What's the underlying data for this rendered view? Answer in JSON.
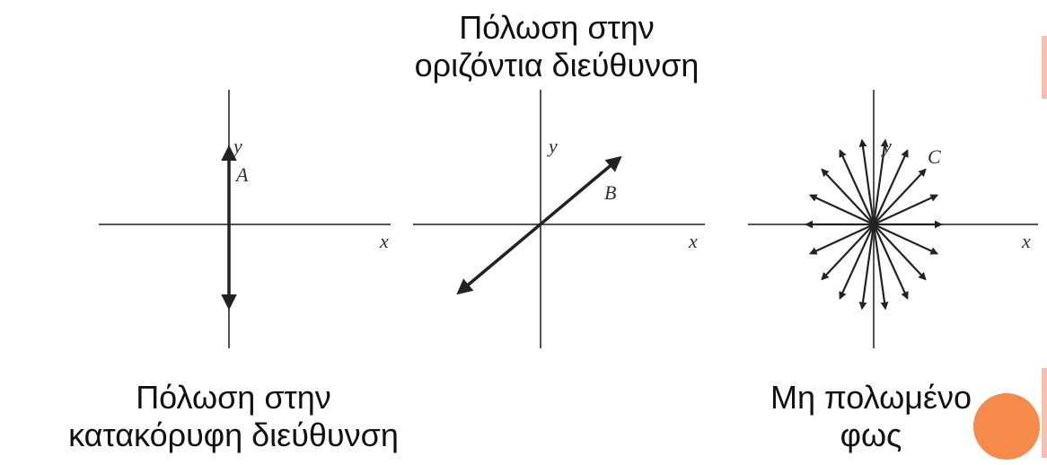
{
  "captions": {
    "top": [
      "Πόλωση στην",
      "οριζόντια διεύθυνση"
    ],
    "left": [
      "Πόλωση στην",
      "κατακόρυφη διεύθυνση"
    ],
    "right": [
      "Μη πολωμένο",
      "φως"
    ]
  },
  "panels": [
    {
      "id": "A",
      "x_label": "x",
      "y_label": "y",
      "vector_label": "A",
      "kind": "vertical"
    },
    {
      "id": "B",
      "x_label": "x",
      "y_label": "y",
      "vector_label": "B",
      "kind": "diagonal"
    },
    {
      "id": "C",
      "x_label": "x",
      "y_label": "y",
      "vector_label": "C",
      "kind": "radial",
      "ray_count": 18
    }
  ],
  "colors": {
    "orange_dot": "#f58a4a",
    "side_bar": "#f2c2b0"
  }
}
